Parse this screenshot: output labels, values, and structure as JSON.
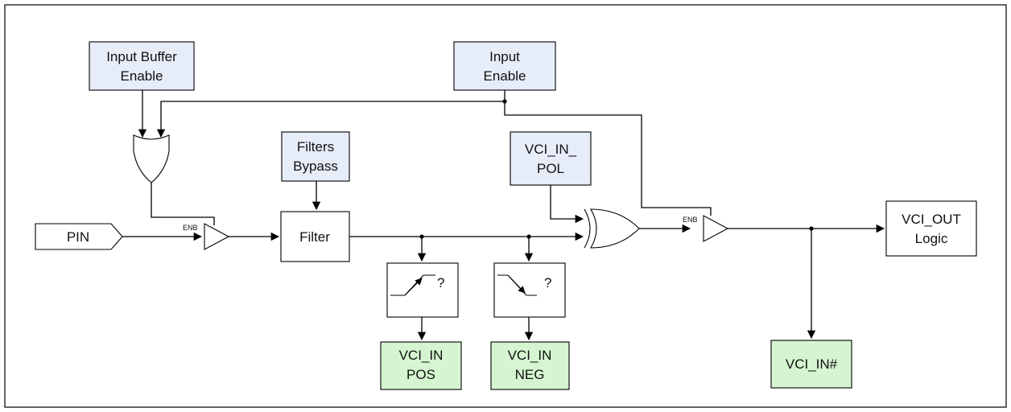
{
  "blocks": {
    "input_buffer_enable": {
      "lines": [
        "Input Buffer",
        "Enable"
      ]
    },
    "input_enable": {
      "lines": [
        "Input",
        "Enable"
      ]
    },
    "filters_bypass": {
      "lines": [
        "Filters",
        "Bypass"
      ]
    },
    "vci_in_pol": {
      "lines": [
        "VCI_IN_",
        "POL"
      ]
    },
    "filter": {
      "lines": [
        "Filter"
      ]
    },
    "vci_out_logic": {
      "lines": [
        "VCI_OUT",
        "Logic"
      ]
    },
    "vci_in_pos": {
      "lines": [
        "VCI_IN",
        "POS"
      ]
    },
    "vci_in_neg": {
      "lines": [
        "VCI_IN",
        "NEG"
      ]
    },
    "vci_in_hash": {
      "lines": [
        "VCI_IN#"
      ]
    }
  },
  "pin": {
    "label": "PIN"
  },
  "buffers": {
    "input_enb_label": "ENB",
    "output_enb_label": "ENB"
  },
  "edge_detectors": {
    "rising_mark": "?",
    "falling_mark": "?"
  },
  "colors": {
    "control_fill": "#e6edf8",
    "status_fill": "#d5f5d0",
    "plain_fill": "#ffffff",
    "line": "#000000"
  }
}
